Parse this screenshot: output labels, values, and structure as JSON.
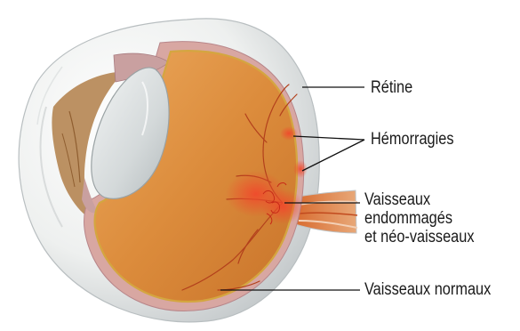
{
  "labels": {
    "retina": "Rétine",
    "hemorrhages": "Hémorragies",
    "damaged_vessels": [
      "Vaisseaux",
      "endommagés",
      "et néo-vaisseaux"
    ],
    "normal_vessels": "Vaisseaux normaux"
  },
  "colors": {
    "sclera": "#eef0ef",
    "sclera_shadow": "#c9cdcf",
    "fundus": "#d8893a",
    "fundus_light": "#e9a457",
    "fundus_dark": "#b9651d",
    "retina_line": "#d4a640",
    "lens": "#d7dbdb",
    "iris": "#b58552",
    "ciliary": "#c9a0a0",
    "hemorrhage": "#e8402a",
    "optic_nerve": "#d86a2e",
    "leader": "#111111"
  },
  "icons": {
    "eye_cross_section": "eye-cross-section-illustration"
  }
}
